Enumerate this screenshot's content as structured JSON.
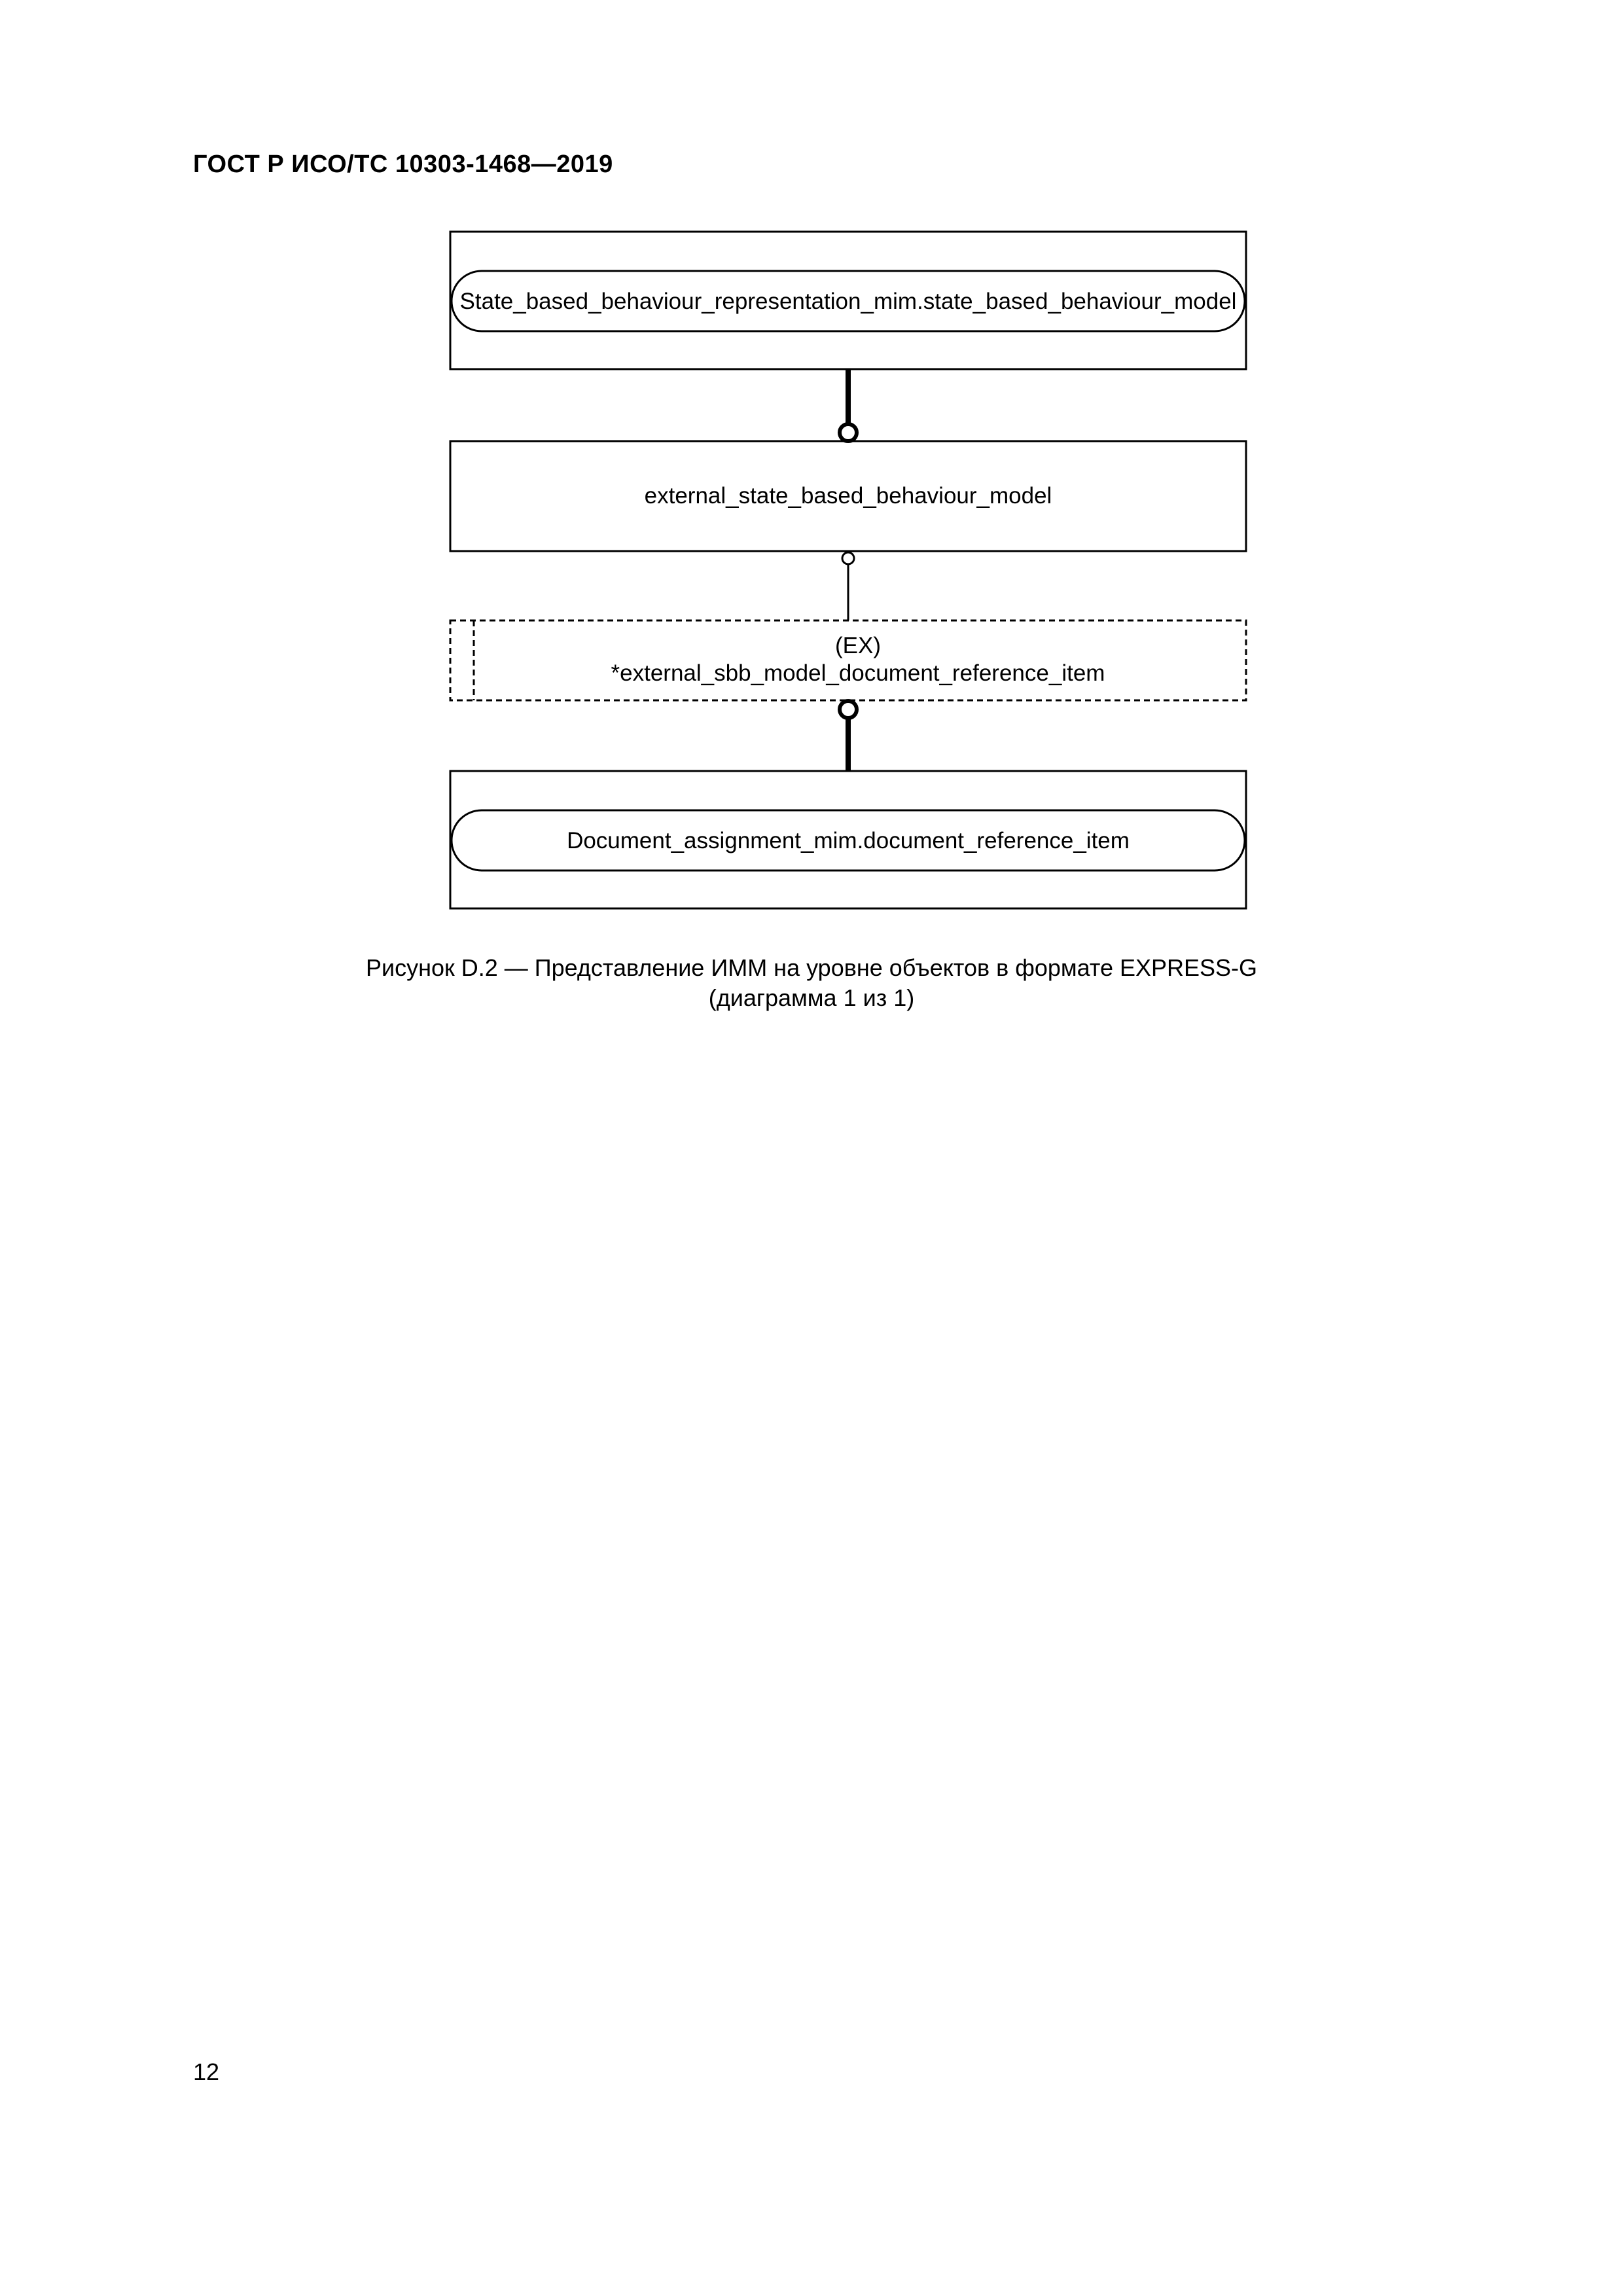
{
  "header": {
    "standard_id": "ГОСТ Р ИСО/ТС 10303-1468—2019"
  },
  "diagram": {
    "nodes": [
      {
        "label": "State_based_behaviour_representation_mim.state_based_behaviour_model"
      },
      {
        "label": "external_state_based_behaviour_model"
      },
      {
        "label_tag": "(EX)",
        "label": "*external_sbb_model_document_reference_item"
      },
      {
        "label": "Document_assignment_mim.document_reference_item"
      }
    ]
  },
  "caption": {
    "line1": "Рисунок D.2 — Представление ИММ на уровне объектов в формате EXPRESS-G",
    "line2": "(диаграмма 1 из 1)"
  },
  "footer": {
    "page_number": "12"
  }
}
